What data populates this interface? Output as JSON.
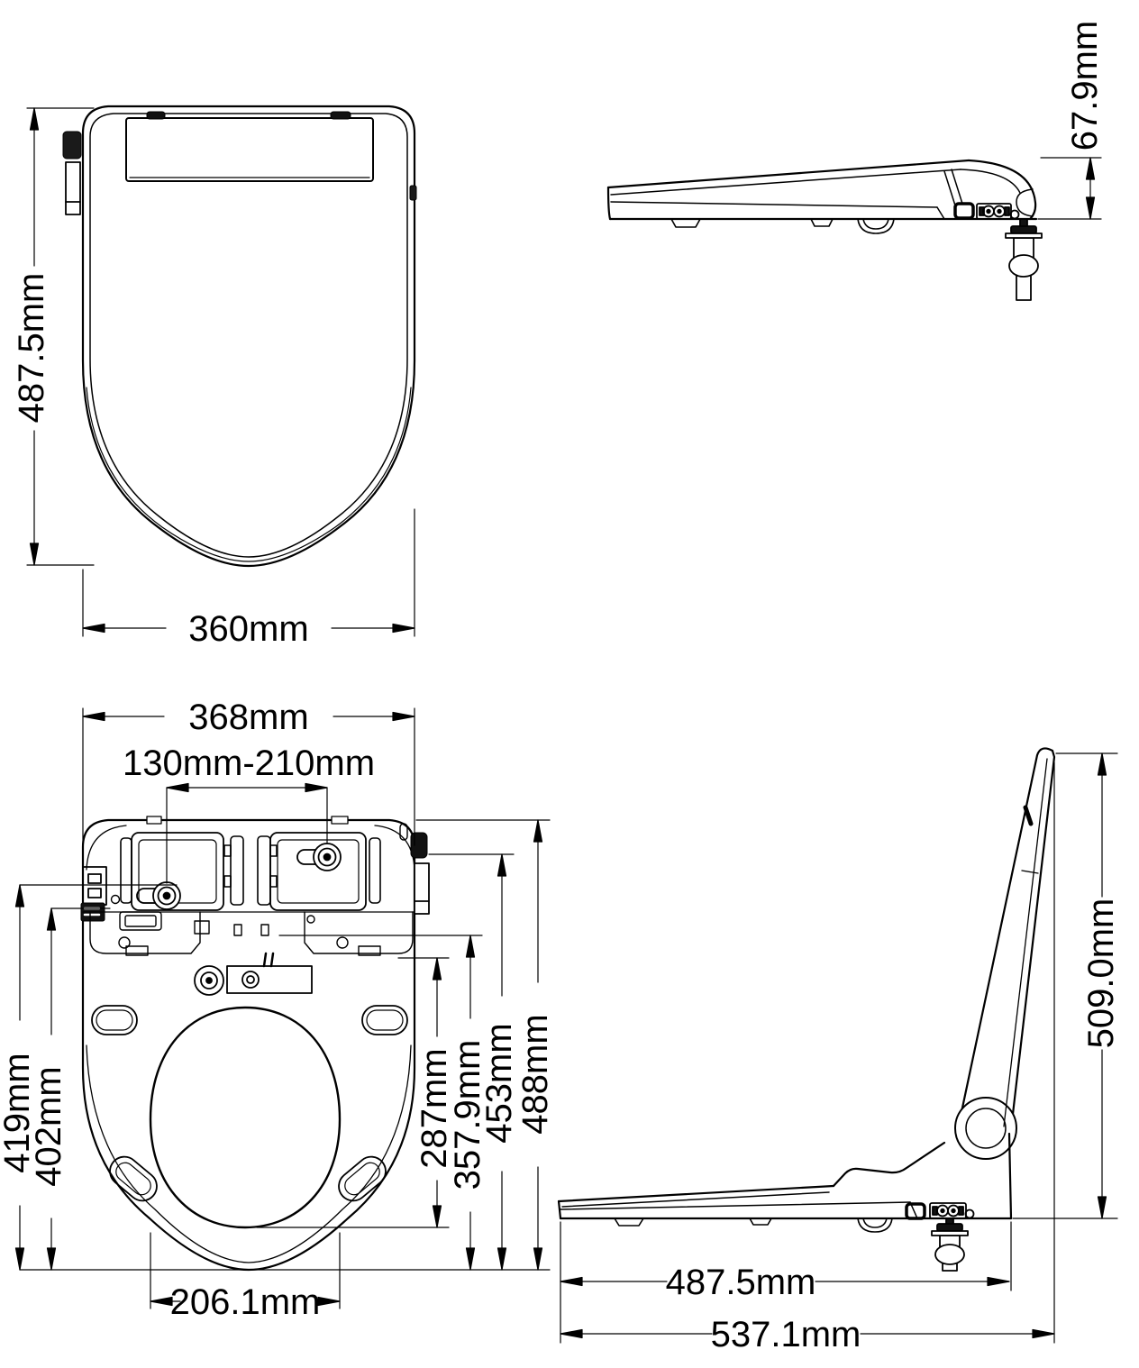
{
  "page": {
    "background_color": "#ffffff",
    "line_color": "#000000",
    "unit": "mm"
  },
  "views": {
    "top_view": {
      "dim_height": "487.5mm",
      "dim_width": "360mm"
    },
    "side_view_closed": {
      "dim_height": "67.9mm"
    },
    "bottom_view": {
      "dim_width": "368mm",
      "dim_slot_range": "130mm-210mm",
      "dim_left_outer": "419mm",
      "dim_left_inner": "402mm",
      "dim_right_1": "287mm",
      "dim_right_2": "357.9mm",
      "dim_right_3": "453mm",
      "dim_right_4": "488mm",
      "dim_opening_width": "206.1mm"
    },
    "side_view_open": {
      "dim_open_height": "509.0mm",
      "dim_body_length": "487.5mm",
      "dim_overall_length": "537.1mm"
    }
  }
}
